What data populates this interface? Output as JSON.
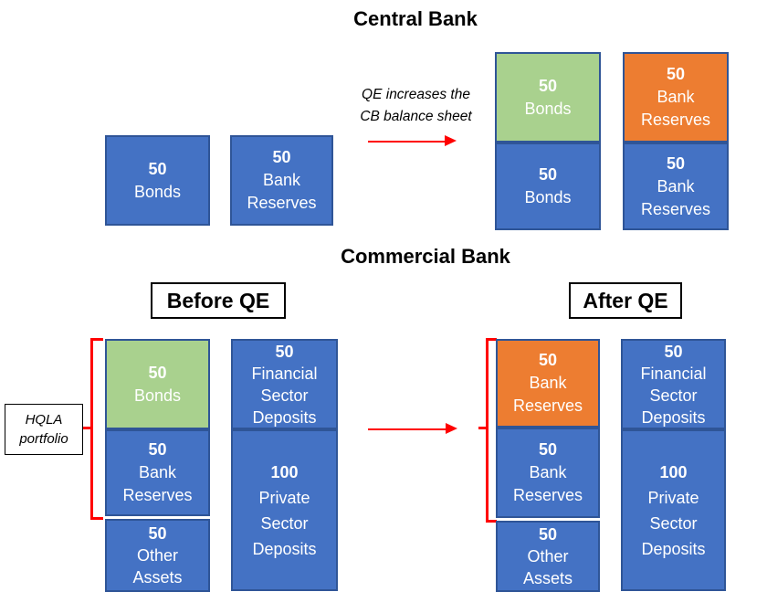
{
  "colors": {
    "blue": "#4472C4",
    "green": "#A9D18E",
    "orange": "#ED7D31",
    "box-border": "#2F5597",
    "red": "#FF0000",
    "text-light": "#FFFFFF",
    "text-dark": "#000000"
  },
  "central_bank": {
    "title": "Central Bank",
    "note_line1": "QE increases the",
    "note_line2": "CB balance sheet",
    "before_assets": [
      {
        "value": "50",
        "label": "Bonds"
      }
    ],
    "before_liabilities": [
      {
        "value": "50",
        "label": "Bank Reserves"
      }
    ],
    "after_assets": [
      {
        "value": "50",
        "label": "Bonds"
      },
      {
        "value": "50",
        "label": "Bonds"
      }
    ],
    "after_liabilities": [
      {
        "value": "50",
        "label": "Bank Reserves"
      },
      {
        "value": "50",
        "label": "Bank Reserves"
      }
    ]
  },
  "commercial_bank": {
    "title": "Commercial Bank",
    "before_label": "Before QE",
    "after_label": "After QE",
    "hqla_line1": "HQLA",
    "hqla_line2": "portfolio",
    "before_assets": [
      {
        "value": "50",
        "label": "Bonds"
      },
      {
        "value": "50",
        "label": "Bank Reserves"
      },
      {
        "value": "50",
        "label": "Other Assets"
      }
    ],
    "before_liabilities": [
      {
        "value": "50",
        "label": "Financial Sector Deposits"
      },
      {
        "value": "100",
        "label": "Private Sector Deposits"
      }
    ],
    "after_assets": [
      {
        "value": "50",
        "label": "Bank Reserves"
      },
      {
        "value": "50",
        "label": "Bank Reserves"
      },
      {
        "value": "50",
        "label": "Other Assets"
      }
    ],
    "after_liabilities": [
      {
        "value": "50",
        "label": "Financial Sector Deposits"
      },
      {
        "value": "100",
        "label": "Private Sector Deposits"
      }
    ]
  }
}
